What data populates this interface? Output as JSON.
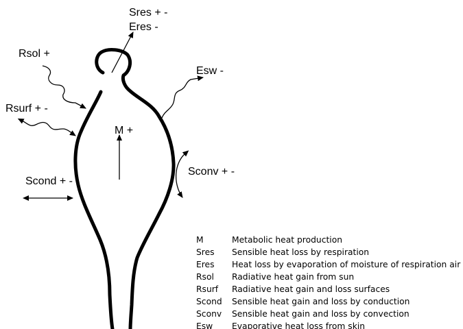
{
  "labels": {
    "sres": "Sres + -",
    "eres": "Eres -",
    "rsol": "Rsol +",
    "esw": "Esw -",
    "rsurf": "Rsurf + -",
    "m": "M +",
    "sconv": "Sconv + -",
    "scond": "Scond + -"
  },
  "legend": [
    {
      "abbr": "M",
      "desc": "Metabolic heat production"
    },
    {
      "abbr": "Sres",
      "desc": "Sensible heat loss by respiration"
    },
    {
      "abbr": "Eres",
      "desc": "Heat loss by evaporation of moisture of respiration air"
    },
    {
      "abbr": "Rsol",
      "desc": "Radiative heat gain from sun"
    },
    {
      "abbr": "Rsurf",
      "desc": "Radiative heat gain and loss surfaces"
    },
    {
      "abbr": "Scond",
      "desc": "Sensible heat gain and loss by conduction"
    },
    {
      "abbr": "Sconv",
      "desc": "Sensible heat gain and loss by convection"
    },
    {
      "abbr": "Esw",
      "desc": "Evaporative heat loss from skin"
    }
  ]
}
